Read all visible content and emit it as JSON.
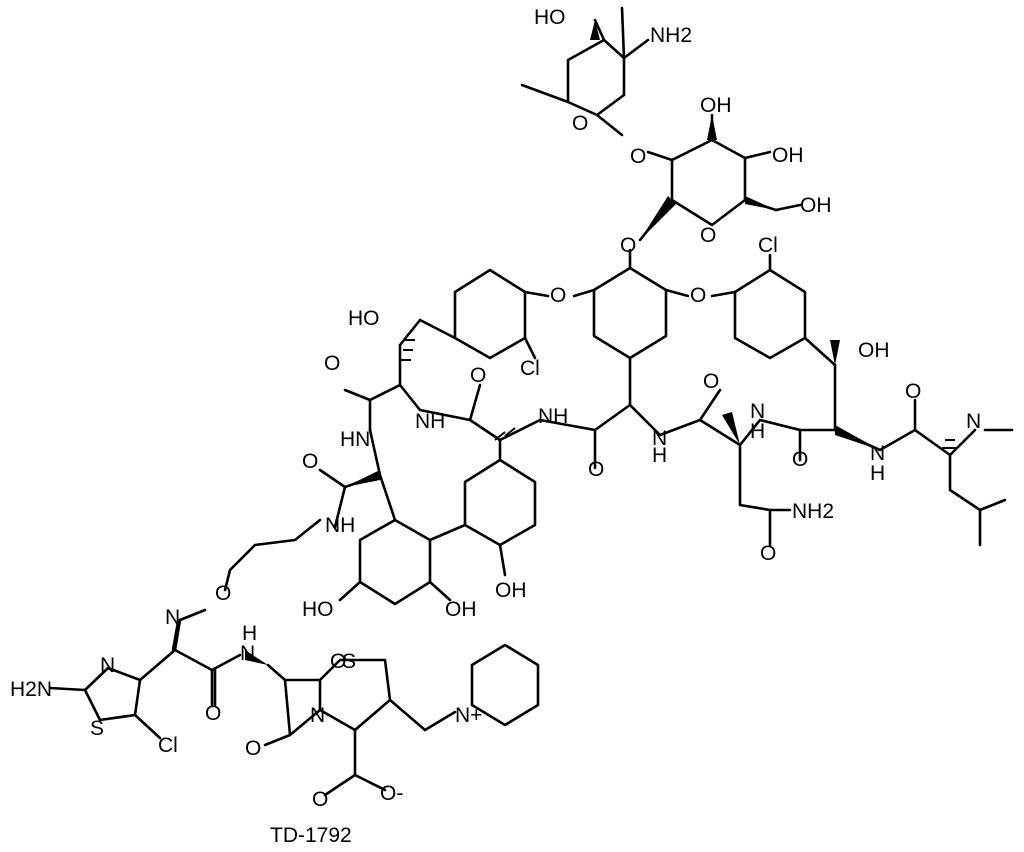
{
  "caption": "TD-1792",
  "atoms": {
    "a1": "HO",
    "a2": "NH2",
    "a3": "O",
    "a4": "O",
    "a5": "OH",
    "a6": "OH",
    "a7": "OH",
    "a8": "O",
    "a9": "O",
    "a10": "O",
    "a11": "O",
    "a12": "Cl",
    "a13": "HO",
    "a14": "Cl",
    "a15": "OH",
    "a16": "O",
    "a17": "NH",
    "a18": "O",
    "a19": "O",
    "a20": "NH",
    "a21": "HN",
    "a22": "N",
    "a23": "O",
    "a24": "N",
    "a25": "H",
    "a26": "O",
    "a27": "H",
    "a28": "N",
    "a29": "O",
    "a30": "NH2",
    "a31": "N",
    "a32": "H",
    "a33": "O",
    "a34": "O",
    "a35": "NH",
    "a36": "O",
    "a37": "OH",
    "a38": "HO",
    "a39": "OH",
    "a40": "N",
    "a41": "O",
    "a42": "H",
    "a43": "N",
    "a44": "S",
    "a45": "H2N",
    "a46": "N",
    "a47": "S",
    "a48": "Cl",
    "a49": "O",
    "a50": "N",
    "a51": "O",
    "a52": "N+",
    "a53": "O",
    "a54": "O-"
  }
}
